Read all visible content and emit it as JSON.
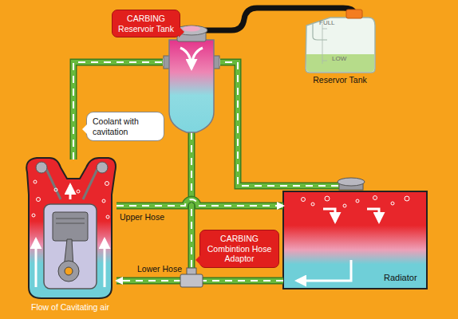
{
  "diagram": {
    "nodes": [
      {
        "text": [
          "CARBING Reservoir Tank"
        ]
      },
      {
        "text": [
          "FULL",
          "LOW",
          "Reservor Tank"
        ]
      },
      {
        "text": [
          "Coolant with cavitation"
        ]
      },
      {
        "text": [
          "CARBING Combintion Hose Adaptor"
        ]
      },
      {
        "text": [
          "Radiator"
        ]
      },
      {
        "text": [
          "Flow of Cavitating air"
        ]
      }
    ],
    "edges": [
      {
        "from": 5,
        "to": 4,
        "label": "Upper Hose",
        "arrow": "to"
      },
      {
        "from": 4,
        "to": 5,
        "label": "Lower Hose",
        "arrow": "to"
      }
    ]
  }
}
